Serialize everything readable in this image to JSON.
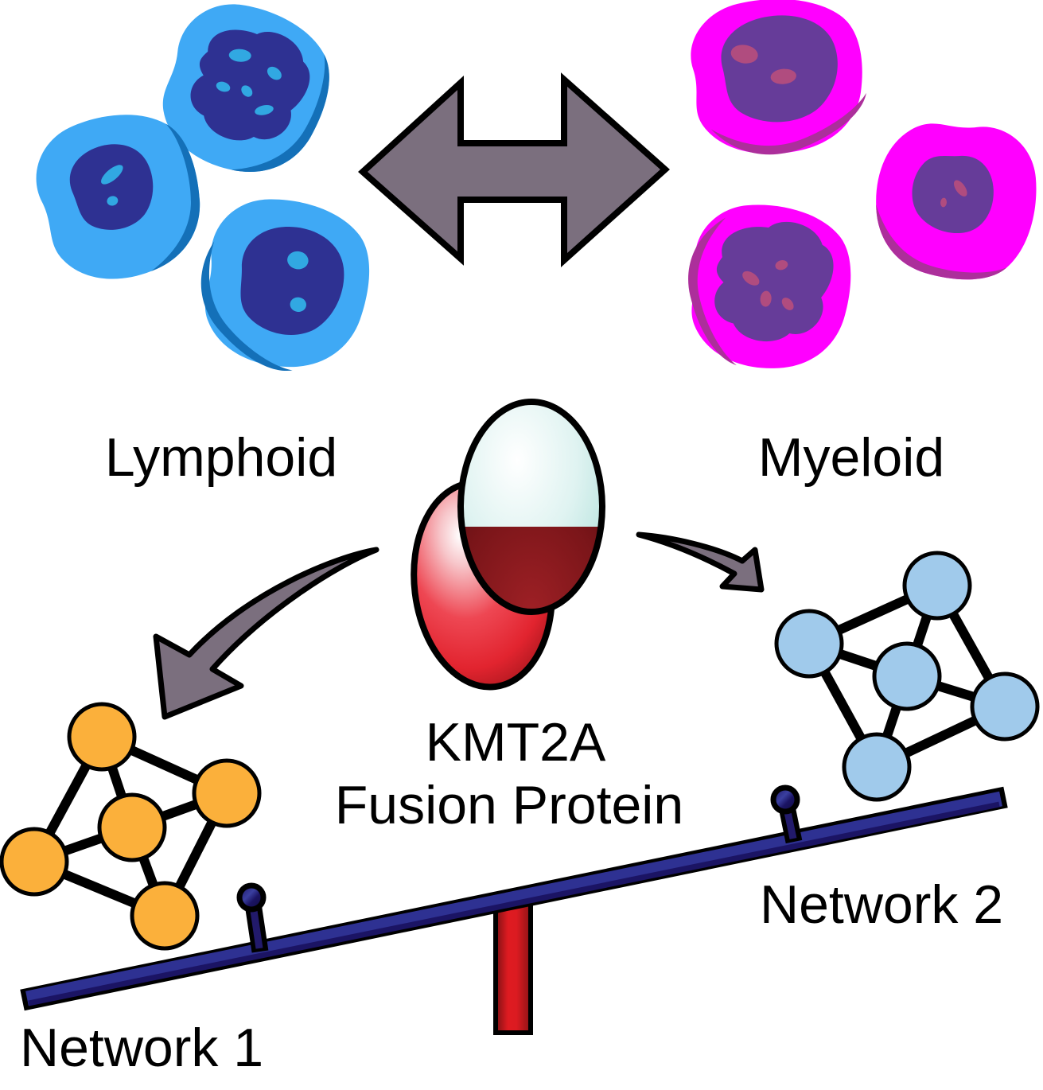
{
  "figure": {
    "labels": {
      "lymphoid": "Lymphoid",
      "myeloid": "Myeloid",
      "protein_line1": "KMT2A",
      "protein_line2": "Fusion Protein",
      "network1": "Network 1",
      "network2": "Network 2"
    },
    "colors": {
      "background": "#FFFFFF",
      "text": "#000000",
      "outline": "#000000",
      "arrow_gray": "#7B6F7E",
      "lymphoid_cytoplasm": "#3FA9F5",
      "lymphoid_shade": "#1470B8",
      "lymphoid_nucleus": "#2E3192",
      "lymphoid_nucleolus": "#31A8E2",
      "myeloid_cytoplasm": "#FF00FF",
      "myeloid_shade": "#AC2F9B",
      "myeloid_nucleus": "#663C99",
      "myeloid_nucleolus": "#B04C7F",
      "network1_node": "#FBB03B",
      "network2_node": "#A0CAEB",
      "beam_navy": "#2E3192",
      "beam_shadow": "#1B1464",
      "fulcrum_red": "#DE1B21",
      "fulcrum_red_dark": "#7C1114",
      "protein_red": "#E2242F",
      "protein_red_dark": "#7A1519",
      "protein_teal": "#AADED8"
    }
  }
}
